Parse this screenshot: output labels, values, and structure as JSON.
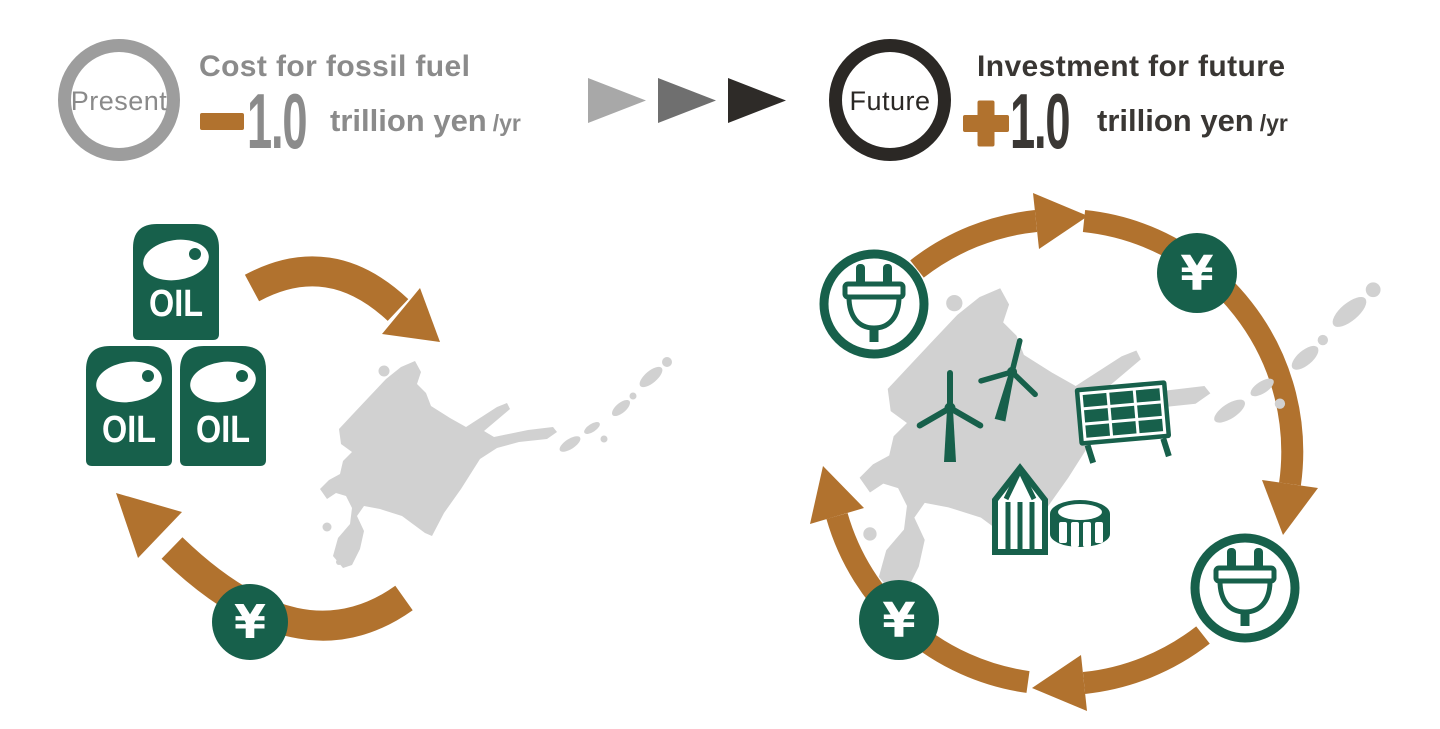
{
  "present": {
    "badge": "Present",
    "title": "Cost for fossil fuel",
    "sign": "−",
    "amount": "1.0",
    "unit": "trillion yen",
    "per": "/yr"
  },
  "future": {
    "badge": "Future",
    "title": "Investment for future",
    "sign": "+",
    "amount": "1.0",
    "unit": "trillion yen",
    "per": "/yr"
  },
  "left_cycle": {
    "oil_label": "OIL",
    "yen_symbol": "¥"
  },
  "right_cycle": {
    "yen_symbol": "¥"
  },
  "palette": {
    "green": "#17604B",
    "brown": "#B1722E",
    "map_gray": "#D1D1D1",
    "present_gray": "#8B8B8B",
    "present_ring": "#9D9D9D",
    "future_dark": "#2B2825",
    "progress_arrow_colors": [
      "#A8A8A8",
      "#6F6F6F",
      "#2E2B28"
    ]
  }
}
